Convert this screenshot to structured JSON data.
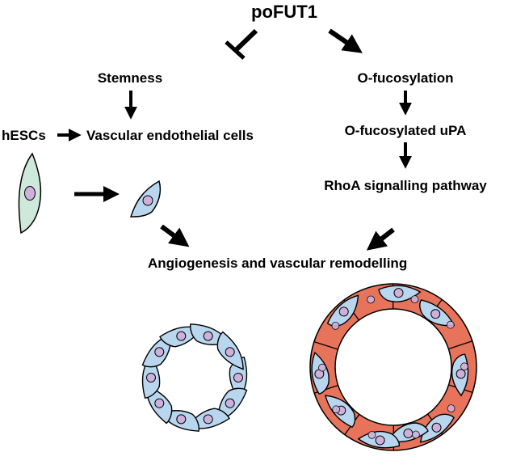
{
  "diagram": {
    "top_node": "poFUT1",
    "left_branch": {
      "stemness": "Stemness",
      "source": "hESCs",
      "target": "Vascular endothelial cells"
    },
    "right_branch": {
      "step1": "O-fucosylation",
      "step2": "O-fucosylated uPA",
      "step3": "RhoA signalling pathway"
    },
    "outcome": "Angiogenesis and vascular remodelling"
  },
  "colors": {
    "stem_cell_fill": "#cfe8dc",
    "endothelial_fill": "#b9d6ef",
    "smooth_muscle_fill": "#e7735b",
    "nucleus_fill": "#cdb1dc",
    "arrow": "#000000"
  },
  "icons": {
    "inhibition": "inhibition-arrow-icon",
    "activation": "arrow-icon"
  }
}
